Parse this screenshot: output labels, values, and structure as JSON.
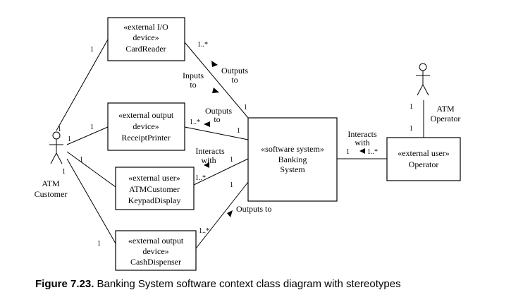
{
  "classes": {
    "cardreader": {
      "stereotype_line1": "«external I/O",
      "stereotype_line2": "device»",
      "name": "CardReader"
    },
    "receiptprinter": {
      "stereotype_line1": "«external output",
      "stereotype_line2": "device»",
      "name": "ReceiptPrinter"
    },
    "keypaddisplay": {
      "stereotype": "«external user»",
      "name_line1": "ATMCustomer",
      "name_line2": "KeypadDisplay"
    },
    "cashdispenser": {
      "stereotype_line1": "«external output",
      "stereotype_line2": "device»",
      "name": "CashDispenser"
    },
    "bankingsystem": {
      "stereotype": "«software system»",
      "name_line1": "Banking",
      "name_line2": "System"
    },
    "operator": {
      "stereotype": "«external user»",
      "name": "Operator"
    }
  },
  "actors": {
    "customer": {
      "line1": "ATM",
      "line2": "Customer"
    },
    "operator": {
      "line1": "ATM",
      "line2": "Operator"
    }
  },
  "associations": {
    "inputs_to": {
      "line1": "Inputs",
      "line2": "to"
    },
    "outputs_to_card": {
      "line1": "Outputs",
      "line2": "to"
    },
    "outputs_to_receipt": {
      "line1": "Outputs",
      "line2": "to"
    },
    "interacts_with_keypad": {
      "line1": "Interacts",
      "line2": "with"
    },
    "outputs_to_cash": "Outputs to",
    "interacts_with_operator": {
      "line1": "Interacts",
      "line2": "with"
    }
  },
  "multiplicities": {
    "one": "1",
    "one_to_many": "1..*"
  },
  "caption": {
    "label": "Figure 7.23.",
    "text": " Banking System software context class diagram with stereotypes"
  }
}
